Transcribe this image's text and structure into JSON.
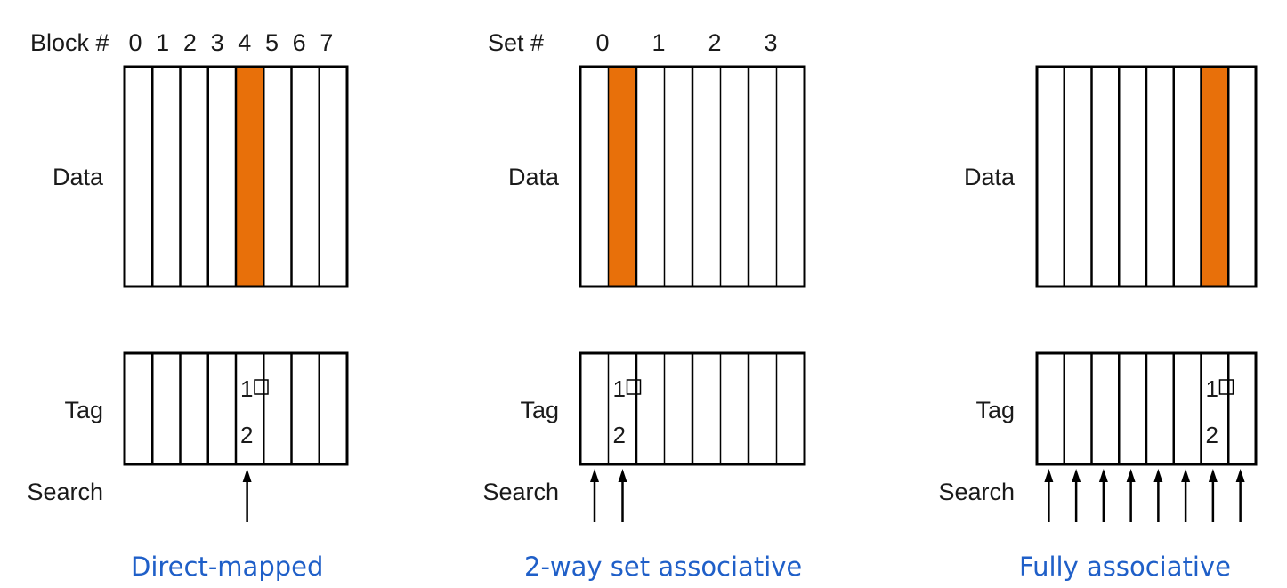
{
  "colors": {
    "highlight": "#E8700A",
    "caption": "#1F5FC8",
    "line": "#000000"
  },
  "row_labels": {
    "data": "Data",
    "tag": "Tag",
    "search": "Search"
  },
  "tag_value": {
    "line1": "1",
    "line2": "2"
  },
  "panels": [
    {
      "key": "direct",
      "header_label": "Block #",
      "header_numbers": [
        "0",
        "1",
        "2",
        "3",
        "4",
        "5",
        "6",
        "7"
      ],
      "columns": 8,
      "highlight_index": 4,
      "tag_index": 4,
      "search_indices": [
        4
      ],
      "caption": "Direct-mapped"
    },
    {
      "key": "set2",
      "header_label": "Set #",
      "header_numbers": [
        "0",
        "1",
        "2",
        "3"
      ],
      "columns": 8,
      "highlight_index": 1,
      "tag_index": 1,
      "search_indices": [
        0,
        1
      ],
      "caption": "2-way set associative"
    },
    {
      "key": "full",
      "header_label": "",
      "header_numbers": [],
      "columns": 8,
      "highlight_index": 6,
      "tag_index": 6,
      "search_indices": [
        0,
        1,
        2,
        3,
        4,
        5,
        6,
        7
      ],
      "caption": "Fully associative"
    }
  ]
}
